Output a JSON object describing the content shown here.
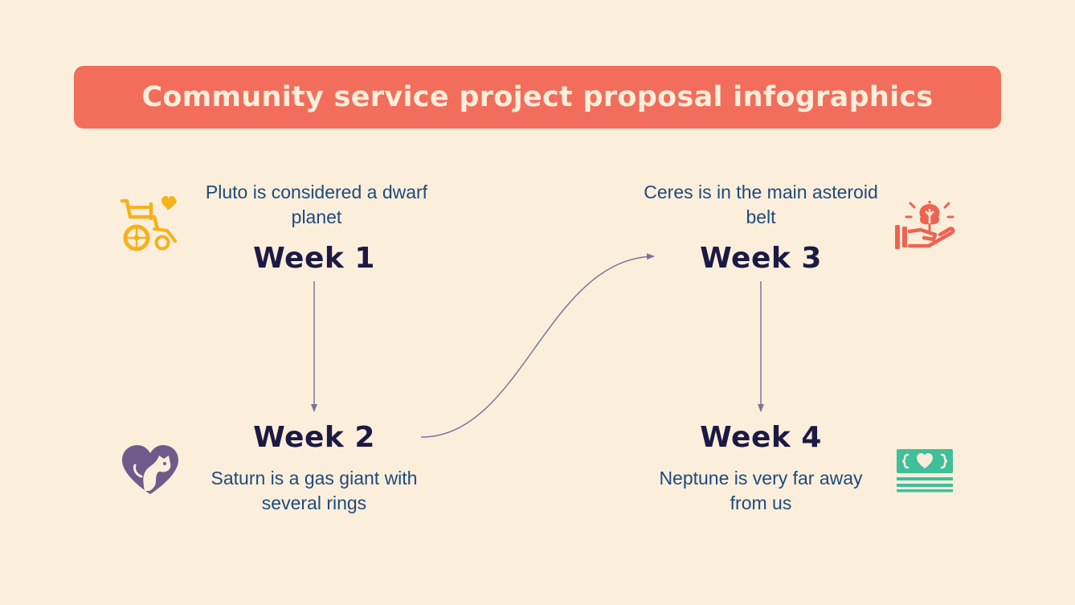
{
  "title": "Community service project proposal infographics",
  "colors": {
    "background": "#fbefdc",
    "title_bar": "#f26d5b",
    "title_text": "#fbefdc",
    "description_text": "#1f4a7c",
    "week_text": "#1c1a44",
    "connector": "#7d7399",
    "icon_yellow": "#f5b21d",
    "icon_red": "#ef6352",
    "icon_purple": "#6f5a8c",
    "icon_green": "#3fbf9a"
  },
  "steps": [
    {
      "label": "Week 1",
      "description": "Pluto is considered a dwarf planet",
      "icon": "wheelchair-heart-icon"
    },
    {
      "label": "Week 2",
      "description": "Saturn is a gas giant with several rings",
      "icon": "heart-dog-icon"
    },
    {
      "label": "Week 3",
      "description": "Ceres is in the main asteroid belt",
      "icon": "hand-plant-icon"
    },
    {
      "label": "Week 4",
      "description": "Neptune is very far away from us",
      "icon": "money-heart-icon"
    }
  ]
}
